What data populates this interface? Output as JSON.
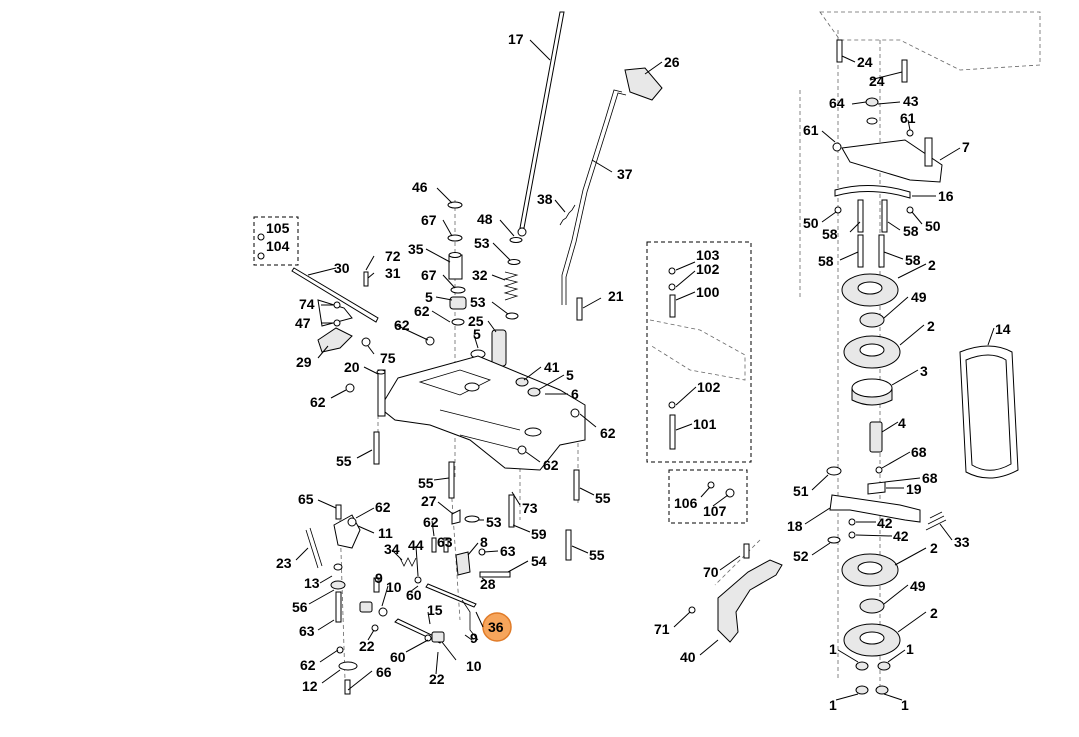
{
  "diagram": {
    "highlighted_label": "36",
    "labels": {
      "p17": "17",
      "p26": "26",
      "p37": "37",
      "p38": "38",
      "p46": "46",
      "p48": "48",
      "p67a": "67",
      "p53a": "53",
      "p35": "35",
      "p32": "32",
      "p67b": "67",
      "p53b": "53",
      "p5a": "5",
      "p62a": "62",
      "p25": "25",
      "p5b": "5",
      "p72": "72",
      "p31": "31",
      "p30": "30",
      "p105": "105",
      "p104": "104",
      "p74": "74",
      "p47": "47",
      "p62b": "62",
      "p29": "29",
      "p75": "75",
      "p21": "21",
      "p41": "41",
      "p5c": "5",
      "p6": "6",
      "p20": "20",
      "p62c": "62",
      "p62d": "62",
      "p62e": "62",
      "p55a": "55",
      "p55b": "55",
      "p55c": "55",
      "p55d": "55",
      "p73": "73",
      "p27": "27",
      "p65": "65",
      "p62f": "62",
      "p11": "11",
      "p53c": "53",
      "p59": "59",
      "p62g": "62",
      "p63a": "63",
      "p8": "8",
      "p63b": "63",
      "p23": "23",
      "p34": "34",
      "p44": "44",
      "p54": "54",
      "p28": "28",
      "p13": "13",
      "p9a": "9",
      "p10a": "10",
      "p60a": "60",
      "p56": "56",
      "p15": "15",
      "p36": "36",
      "p63c": "63",
      "p22a": "22",
      "p9b": "9",
      "p60b": "60",
      "p62h": "62",
      "p10b": "10",
      "p12": "12",
      "p66": "66",
      "p22b": "22",
      "p103": "103",
      "p102a": "102",
      "p100": "100",
      "p102b": "102",
      "p101": "101",
      "p106": "106",
      "p107": "107",
      "p70": "70",
      "p71": "71",
      "p40": "40",
      "p24a": "24",
      "p24b": "24",
      "p64": "64",
      "p43": "43",
      "p61a": "61",
      "p61b": "61",
      "p7": "7",
      "p16": "16",
      "p50a": "50",
      "p58a": "58",
      "p58b": "58",
      "p50b": "50",
      "p58c": "58",
      "p58d": "58",
      "p2a": "2",
      "p49a": "49",
      "p2b": "2",
      "p14": "14",
      "p3": "3",
      "p4": "4",
      "p68a": "68",
      "p68b": "68",
      "p51": "51",
      "p19": "19",
      "p18": "18",
      "p42a": "42",
      "p42b": "42",
      "p33": "33",
      "p52": "52",
      "p2c": "2",
      "p49b": "49",
      "p2d": "2",
      "p1a": "1",
      "p1b": "1",
      "p1c": "1",
      "p1d": "1"
    }
  }
}
